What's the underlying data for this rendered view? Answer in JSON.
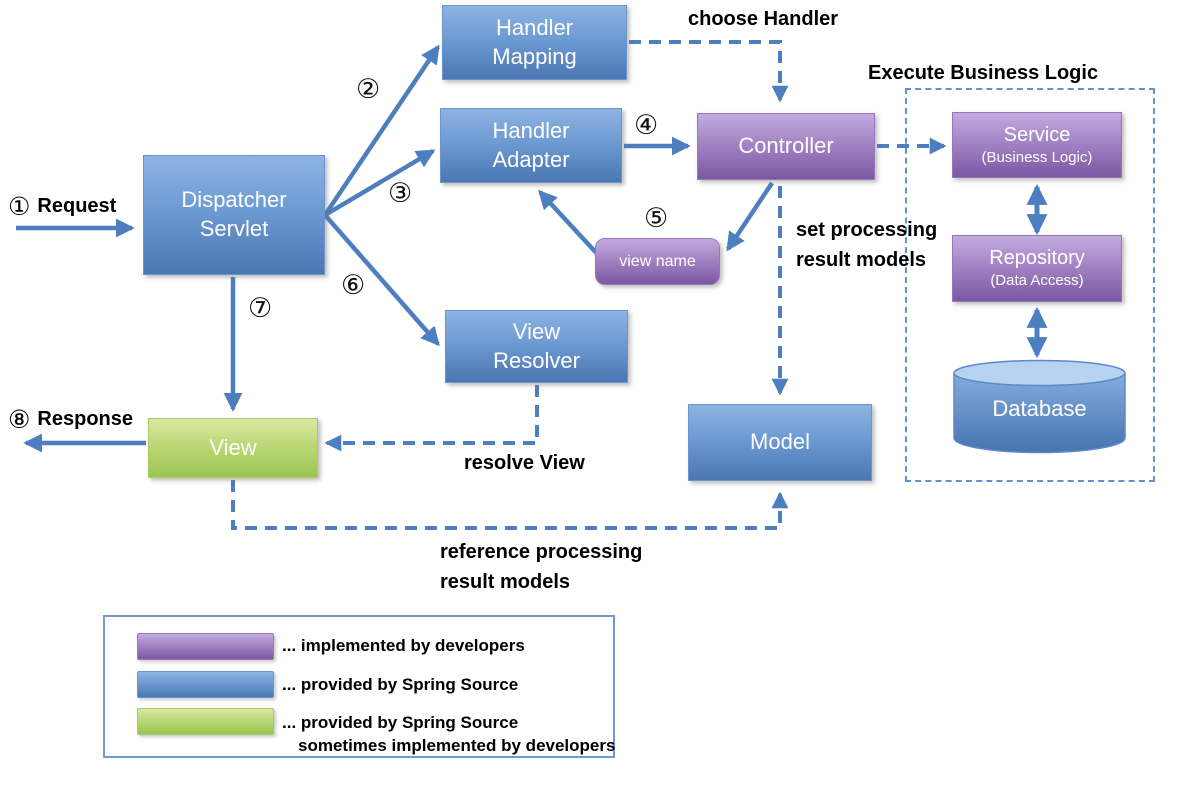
{
  "colors": {
    "developer_purple": "#7c57a4",
    "spring_blue": "#4a77b3",
    "spring_green": "#9cc551",
    "arrow_blue": "#4d7ebf"
  },
  "nodes": {
    "handler_mapping": {
      "lines": [
        "Handler",
        "Mapping"
      ]
    },
    "handler_adapter": {
      "lines": [
        "Handler",
        "Adapter"
      ]
    },
    "dispatcher_servlet": {
      "lines": [
        "Dispatcher",
        "Servlet"
      ]
    },
    "controller": {
      "label": "Controller"
    },
    "view_name": {
      "label": "view name"
    },
    "view_resolver": {
      "lines": [
        "View",
        "Resolver"
      ]
    },
    "view": {
      "label": "View"
    },
    "model": {
      "label": "Model"
    },
    "service": {
      "label": "Service",
      "sublabel": "(Business Logic)"
    },
    "repository": {
      "label": "Repository",
      "sublabel": "(Data Access)"
    },
    "database": {
      "label": "Database"
    }
  },
  "steps": {
    "s1": "①",
    "s2": "②",
    "s3": "③",
    "s4": "④",
    "s5": "⑤",
    "s6": "⑥",
    "s7": "⑦",
    "s8": "⑧"
  },
  "labels": {
    "request": "Request",
    "response": "Response",
    "choose_handler": "choose Handler",
    "execute_business_logic": "Execute Business Logic",
    "set_processing_line1": "set processing",
    "set_processing_line2": "result models",
    "resolve_view": "resolve View",
    "reference_line1": "reference processing",
    "reference_line2": "result models"
  },
  "legend": {
    "items": [
      {
        "color": "purple",
        "line1": "... implemented by developers",
        "line2": ""
      },
      {
        "color": "blue",
        "line1": "... provided by Spring Source",
        "line2": ""
      },
      {
        "color": "green",
        "line1": "... provided by Spring Source",
        "line2": "sometimes implemented by developers"
      }
    ]
  }
}
